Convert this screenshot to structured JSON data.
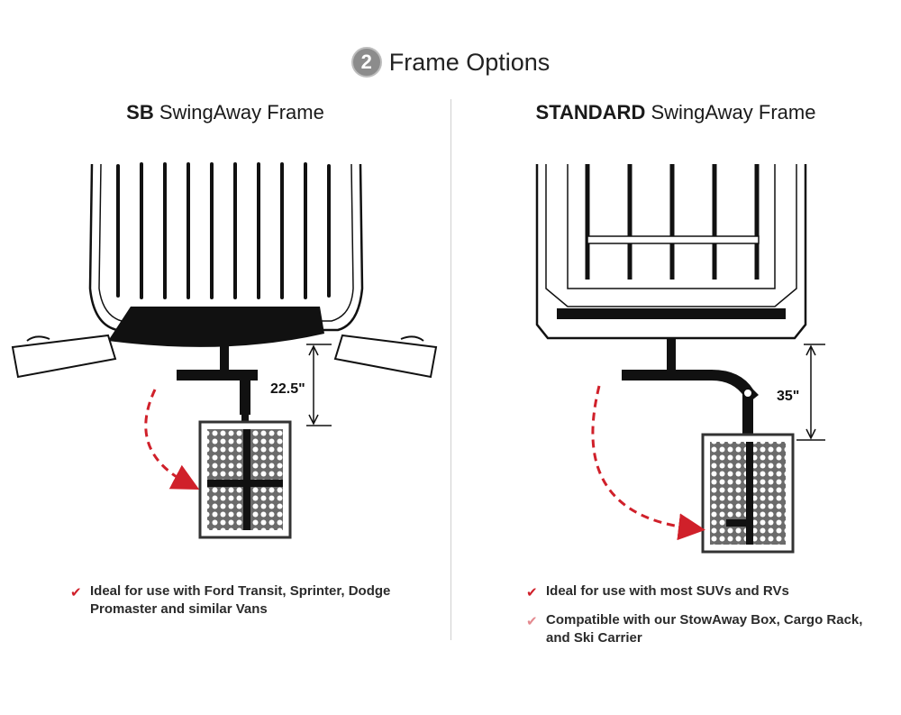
{
  "header": {
    "step_number": "2",
    "title": "Frame Options"
  },
  "panels": [
    {
      "title_bold": "SB",
      "title_rest": " SwingAway Frame",
      "measurement": "22.5\"",
      "features": [
        {
          "icon": "check-icon",
          "text": "Ideal for use with Ford Transit, Sprinter, Dodge Promaster and similar Vans"
        }
      ]
    },
    {
      "title_bold": "STANDARD",
      "title_rest": " SwingAway Frame",
      "measurement": "35\"",
      "features": [
        {
          "icon": "check-icon",
          "text": "Ideal for use with most SUVs and RVs"
        },
        {
          "icon": "check-icon",
          "text": "Compatible with our StowAway Box, Cargo Rack, and Ski Carrier"
        }
      ]
    }
  ],
  "colors": {
    "accent": "#d0202a",
    "frame": "#111111",
    "badge": "#8c8c8c"
  }
}
